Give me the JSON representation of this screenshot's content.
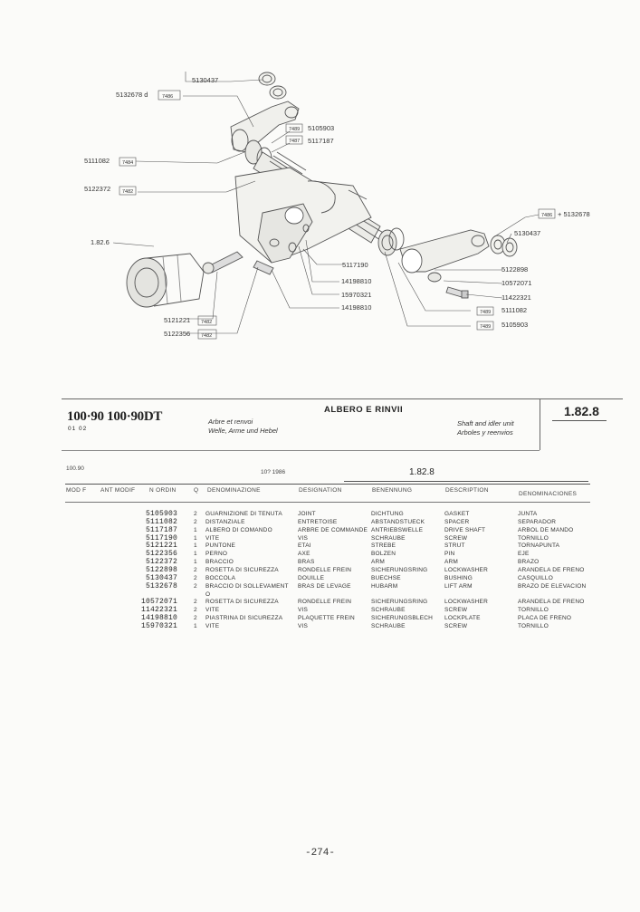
{
  "diagram": {
    "callouts": {
      "top_5130437": "5130437",
      "left_5132678": "5132678 d",
      "left_box_7486": "7486",
      "box_7489a": "7489",
      "c_5105903": "5105903",
      "box_7487": "7487",
      "c_5117187": "5117187",
      "left_5111082": "5111082",
      "left_box_7484": "7484",
      "left_5122372": "5122372",
      "left_box_7482": "7482",
      "left_1826": "1.82.6",
      "right_box_7486": "7486",
      "right_5132678": "+ 5132678",
      "right_5130437": "5130437",
      "c_5117190": "5117190",
      "c_5122898": "5122898",
      "c_14198810a": "14198810",
      "c_10572071": "10572071",
      "c_15970321": "15970321",
      "c_11422321": "11422321",
      "c_14198810b": "14198810",
      "box_7489b": "7489",
      "c_5111082r": "5111082",
      "c_5121221": "5121221",
      "box_7482b": "7482",
      "box_7489c": "7489",
      "c_5105903r": "5105903",
      "c_5122356": "5122356",
      "box_7482c": "7482"
    }
  },
  "header": {
    "models": "100·90 100·90DT",
    "serial": "01 02",
    "title_it": "ALBERO E RINVII",
    "sub_fr": "Arbre et renvoi",
    "sub_de": "Welle, Arme und Hebel",
    "sub_en": "Shaft and idler unit",
    "sub_es": "Arboles y reenvios",
    "code": "1.82.8"
  },
  "table_meta": {
    "model": "100.90",
    "date": "10? 1986",
    "code": "1.82.8"
  },
  "columns": {
    "mod": "MOD F",
    "ant": "ANT MODIF",
    "nord": "N ORDIN",
    "q": "Q",
    "it": "DENOMINAZIONE",
    "fr": "DESIGNATION",
    "de": "BENENNUNG",
    "en": "DESCRIPTION",
    "es": "DENOMINACIONES"
  },
  "rows": [
    {
      "n": "5105903",
      "q": "2",
      "it": "GUARNIZIONE DI TENUTA",
      "fr": "JOINT",
      "de": "DICHTUNG",
      "en": "GASKET",
      "es": "JUNTA"
    },
    {
      "n": "5111082",
      "q": "2",
      "it": "DISTANZIALE",
      "fr": "ENTRETOISE",
      "de": "ABSTANDSTUECK",
      "en": "SPACER",
      "es": "SEPARADOR"
    },
    {
      "n": "5117187",
      "q": "1",
      "it": "ALBERO DI COMANDO",
      "fr": "ARBRE DE COMMANDE",
      "de": "ANTRIEBSWELLE",
      "en": "DRIVE SHAFT",
      "es": "ARBOL DE MANDO"
    },
    {
      "n": "5117190",
      "q": "1",
      "it": "VITE",
      "fr": "VIS",
      "de": "SCHRAUBE",
      "en": "SCREW",
      "es": "TORNILLO"
    },
    {
      "n": "5121221",
      "q": "1",
      "it": "PUNTONE",
      "fr": "ETAI",
      "de": "STREBE",
      "en": "STRUT",
      "es": "TORNAPUNTA"
    },
    {
      "n": "5122356",
      "q": "1",
      "it": "PERNO",
      "fr": "AXE",
      "de": "BOLZEN",
      "en": "PIN",
      "es": "EJE"
    },
    {
      "n": "5122372",
      "q": "1",
      "it": "BRACCIO",
      "fr": "BRAS",
      "de": "ARM",
      "en": "ARM",
      "es": "BRAZO"
    },
    {
      "n": "5122898",
      "q": "2",
      "it": "ROSETTA DI SICUREZZA",
      "fr": "RONDELLE FREIN",
      "de": "SICHERUNGSRING",
      "en": "LOCKWASHER",
      "es": "ARANDELA DE FRENO"
    },
    {
      "n": "5130437",
      "q": "2",
      "it": "BOCCOLA",
      "fr": "DOUILLE",
      "de": "BUECHSE",
      "en": "BUSHING",
      "es": "CASQUILLO"
    },
    {
      "n": "5132678",
      "q": "2",
      "it": "BRACCIO DI SOLLEVAMENT",
      "fr": "BRAS DE LEVAGE",
      "de": "HUBARM",
      "en": "LIFT ARM",
      "es": "BRAZO DE ELEVACION"
    },
    {
      "n": "",
      "q": "",
      "it": "O",
      "fr": "",
      "de": "",
      "en": "",
      "es": ""
    },
    {
      "n": "10572071",
      "q": "2",
      "it": "ROSETTA DI SICUREZZA",
      "fr": "RONDELLE FREIN",
      "de": "SICHERUNGSRING",
      "en": "LOCKWASHER",
      "es": "ARANDELA DE FRENO"
    },
    {
      "n": "11422321",
      "q": "2",
      "it": "VITE",
      "fr": "VIS",
      "de": "SCHRAUBE",
      "en": "SCREW",
      "es": "TORNILLO"
    },
    {
      "n": "14198810",
      "q": "2",
      "it": "PIASTRINA DI SICUREZZA",
      "fr": "PLAQUETTE FREIN",
      "de": "SICHERUNGSBLECH",
      "en": "LOCKPLATE",
      "es": "PLACA DE FRENO"
    },
    {
      "n": "15970321",
      "q": "1",
      "it": "VITE",
      "fr": "VIS",
      "de": "SCHRAUBE",
      "en": "SCREW",
      "es": "TORNILLO"
    }
  ],
  "page_number": "-274-"
}
